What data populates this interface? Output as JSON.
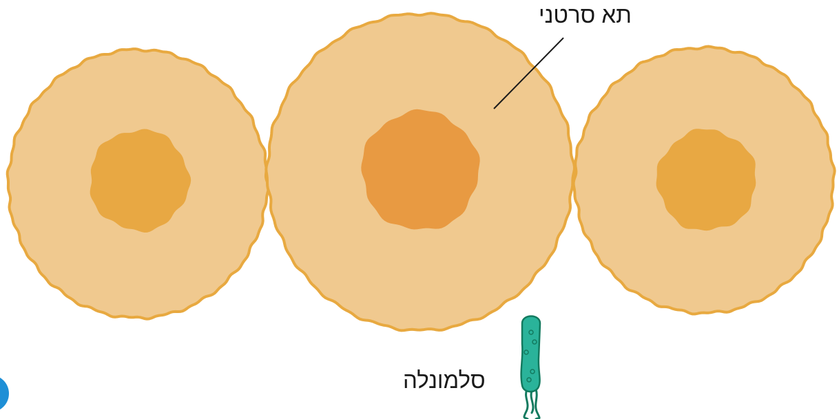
{
  "labels": {
    "cancer_cell": "תא סרטני",
    "salmonella": "סלמונלה"
  },
  "colors": {
    "cell_fill": "#f0c98f",
    "cell_outline": "#e8a940",
    "nucleus_side": "#e8a843",
    "nucleus_center": "#e89a42",
    "bacterium_fill": "#2ab39a",
    "bacterium_outline": "#137a5f",
    "corner_badge": "#1e8fd6"
  },
  "cells": [
    {
      "name": "cancer-cell-left"
    },
    {
      "name": "cancer-cell-center"
    },
    {
      "name": "cancer-cell-right"
    }
  ],
  "icons": {
    "bacterium": "salmonella-bacterium-icon",
    "badge": "info-badge-icon"
  }
}
